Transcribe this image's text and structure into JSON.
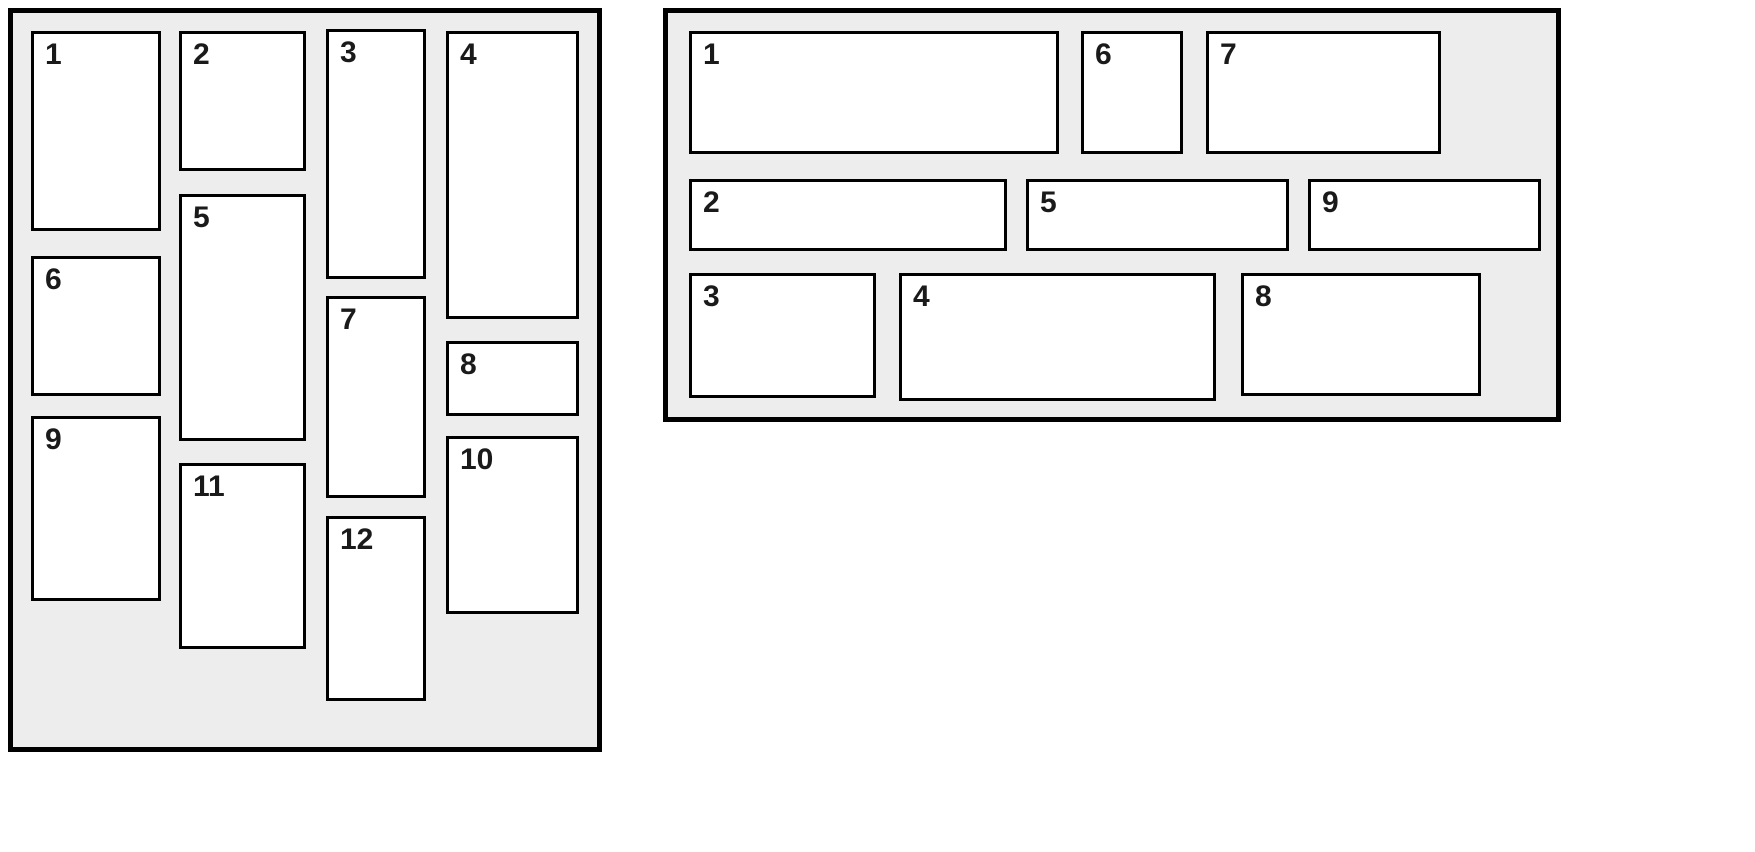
{
  "left_panel": {
    "description": "masonry-column-layout",
    "items": [
      {
        "label": "1"
      },
      {
        "label": "2"
      },
      {
        "label": "3"
      },
      {
        "label": "4"
      },
      {
        "label": "5"
      },
      {
        "label": "6"
      },
      {
        "label": "7"
      },
      {
        "label": "8"
      },
      {
        "label": "9"
      },
      {
        "label": "10"
      },
      {
        "label": "11"
      },
      {
        "label": "12"
      }
    ]
  },
  "right_panel": {
    "description": "row-flow-layout",
    "items": [
      {
        "label": "1"
      },
      {
        "label": "6"
      },
      {
        "label": "7"
      },
      {
        "label": "2"
      },
      {
        "label": "5"
      },
      {
        "label": "9"
      },
      {
        "label": "3"
      },
      {
        "label": "4"
      },
      {
        "label": "8"
      }
    ]
  },
  "colors": {
    "page_bg": "#ffffff",
    "panel_bg": "#ededed",
    "box_bg": "#ffffff",
    "border": "#000000",
    "text": "#1a1a1a"
  }
}
